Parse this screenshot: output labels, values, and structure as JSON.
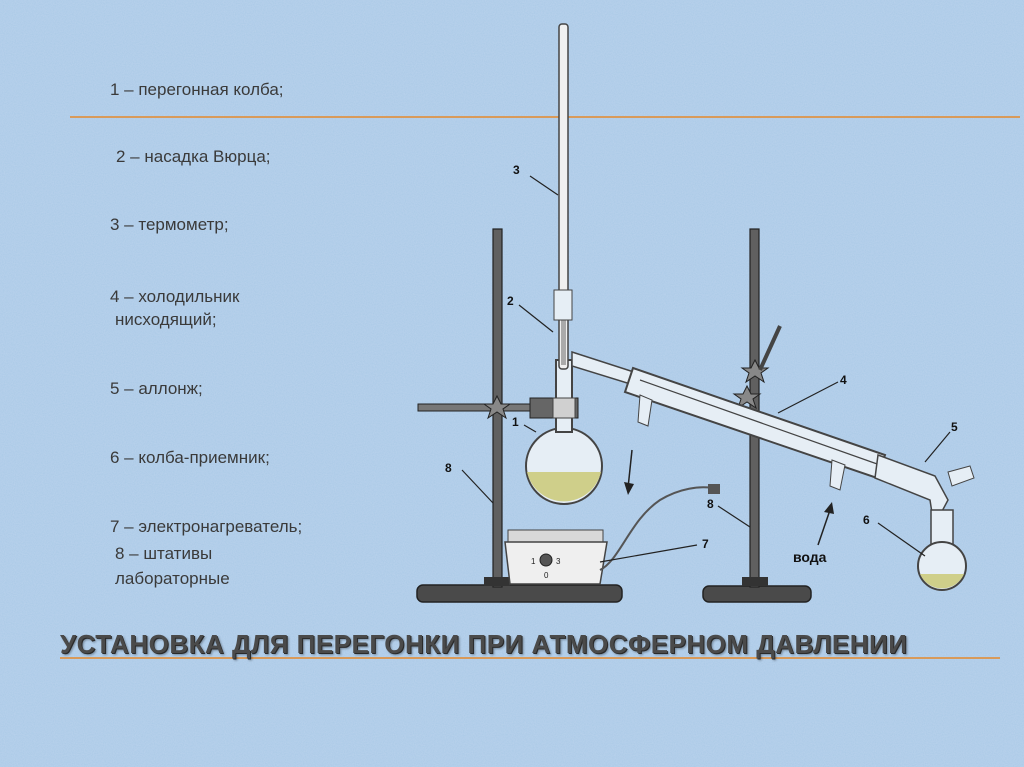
{
  "legend": {
    "item1": "1 – перегонная колба;",
    "item2": "2 – насадка Вюрца;",
    "item3": "3 – термометр;",
    "item4_line1": "4 – холодильник",
    "item4_line2": "нисходящий;",
    "item5": "5 – аллонж;",
    "item6": "6 – колба-приемник;",
    "item7": "7 – электронагреватель;",
    "item8_line1": "8 – штативы",
    "item8_line2": "лабораторные"
  },
  "title": "УСТАНОВКА ДЛЯ ПЕРЕГОНКИ ПРИ АТМОСФЕРНОМ ДАВЛЕНИИ",
  "diagram": {
    "labels": {
      "n1": "1",
      "n2": "2",
      "n3": "3",
      "n4": "4",
      "n5": "5",
      "n6": "6",
      "n7": "7",
      "n8a": "8",
      "n8b": "8",
      "water": "вода"
    },
    "heater": {
      "dial_left": "1",
      "dial_right": "3",
      "dial_bottom": "0"
    }
  },
  "colors": {
    "background": "#a9c9e6",
    "rule": "#d89a5a",
    "liquid": "#cfcf8a",
    "stand": "#555555"
  }
}
